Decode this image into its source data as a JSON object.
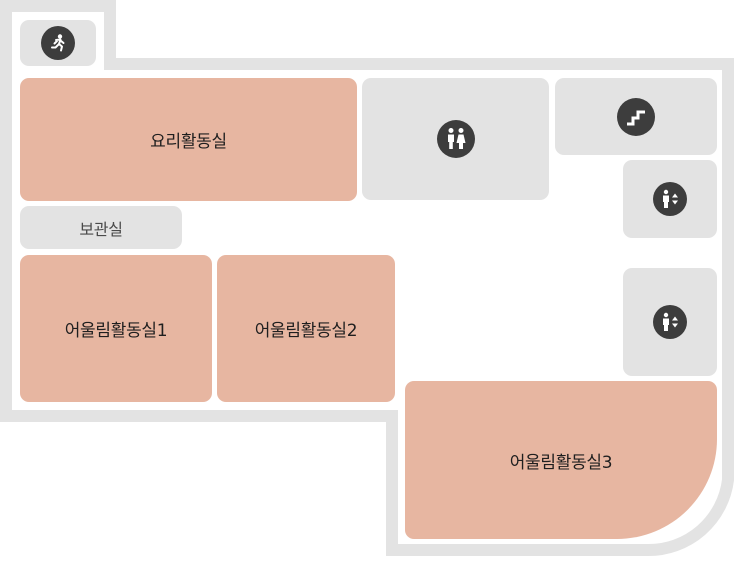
{
  "colors": {
    "outline": "#e3e3e3",
    "activity_room": "#e7b6a1",
    "facility": "#e3e3e3",
    "icon_bg": "#3d3d3d",
    "icon_fg": "#ffffff"
  },
  "rooms": {
    "cooking": {
      "label": "요리활동실"
    },
    "storage": {
      "label": "보관실"
    },
    "activity1": {
      "label": "어울림활동실1"
    },
    "activity2": {
      "label": "어울림활동실2"
    },
    "activity3": {
      "label": "어울림활동실3"
    }
  },
  "icons": {
    "emergency_exit": "emergency-exit-icon",
    "restroom": "restroom-icon",
    "stairs": "stairs-icon",
    "elevator": "elevator-icon"
  }
}
